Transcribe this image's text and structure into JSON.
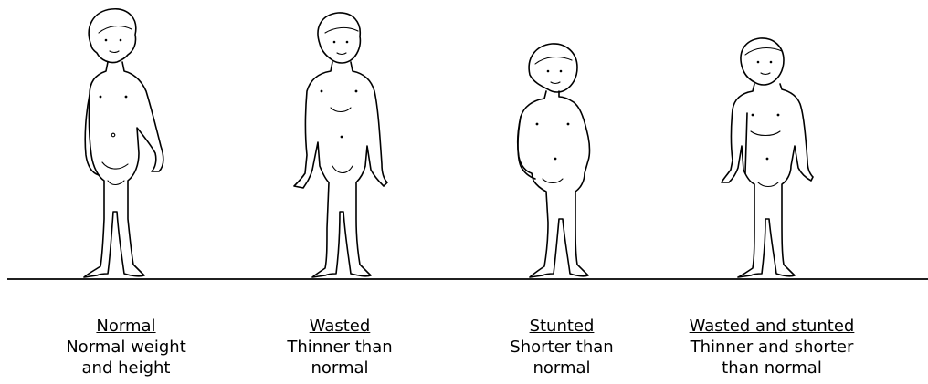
{
  "figures": [
    {
      "id": "normal",
      "title": "Normal",
      "description": "Normal weight\nand height"
    },
    {
      "id": "wasted",
      "title": "Wasted",
      "description": "Thinner than\nnormal"
    },
    {
      "id": "stunted",
      "title": "Stunted",
      "description": "Shorter than\nnormal"
    },
    {
      "id": "wasted-stunted",
      "title": "Wasted and stunted",
      "description": "Thinner and shorter\nthan normal"
    }
  ]
}
